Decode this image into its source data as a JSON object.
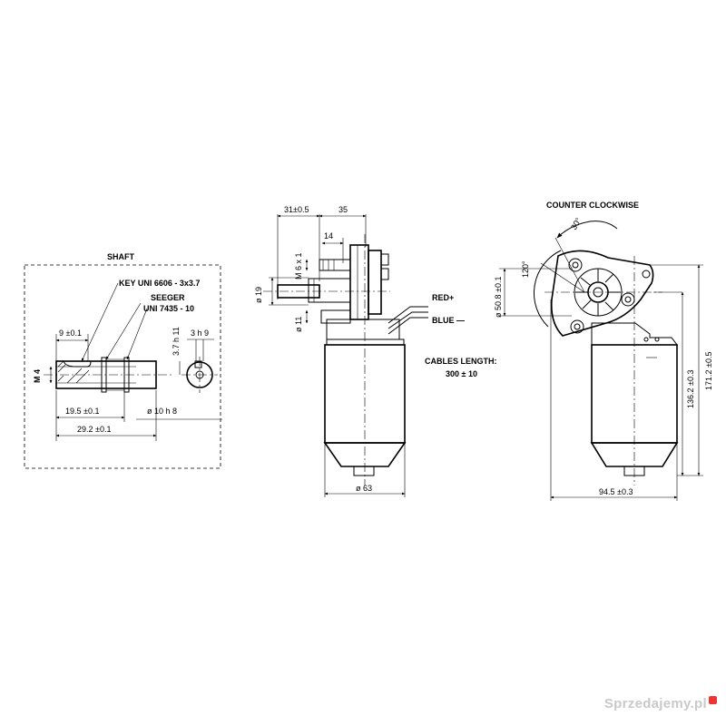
{
  "shaft": {
    "title": "SHAFT",
    "key": "KEY  UNI 6606 - 3x3.7",
    "seeger_line1": "SEEGER",
    "seeger_line2": "UNI 7435 - 10",
    "dim_key_pos": "9 ±0.1",
    "dim_thread": "M 4",
    "dim_groove": "19.5 ±0.1",
    "dim_total": "29.2 ±0.1",
    "dim_dia": "ø 10 h 8",
    "dim_key_depth": "3.7 h 11",
    "dim_key_width": "3 h 9"
  },
  "side_view": {
    "dim_31": "31±0.5",
    "dim_35": "35",
    "dim_14": "14",
    "dim_m6": "M 6 x 1",
    "dim_d19": "ø 19",
    "dim_d11": "ø 11",
    "dim_d63": "ø 63",
    "red": "RED+",
    "blue": "BLUE —",
    "cables_title": "CABLES LENGTH:",
    "cables_value": "300 ± 10"
  },
  "front_view": {
    "rotation": "COUNTER CLOCKWISE",
    "angle_30": "30°",
    "angle_120": "120°",
    "dim_508": "ø 50.8 ±0.1",
    "dim_1362": "136.2 ±0.3",
    "dim_1712": "171.2 ±0.5",
    "dim_945": "94.5 ±0.3"
  },
  "watermark": "Sprzedajemy.pl"
}
